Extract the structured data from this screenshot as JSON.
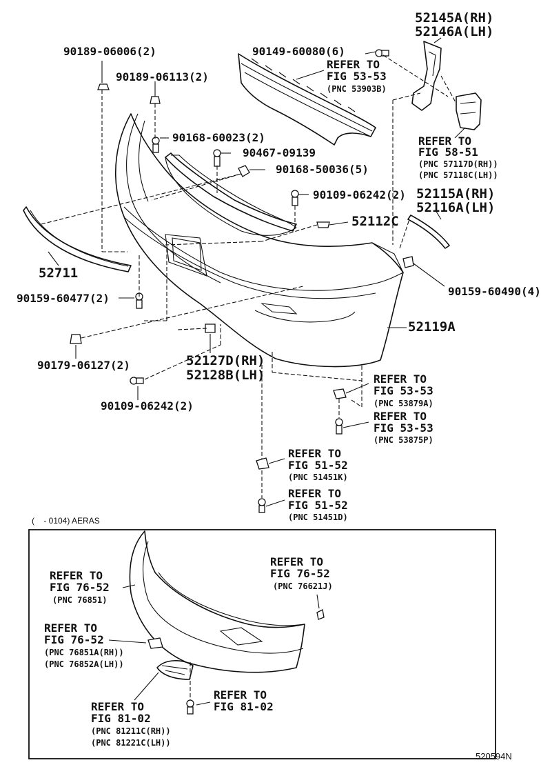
{
  "labels": {
    "p90189_06006": "90189-06006(2)",
    "p90189_06113": "90189-06113(2)",
    "p90149_60080": "90149-60080(6)",
    "p52145A": "52145A(RH)",
    "p52146A": "52146A(LH)",
    "p90168_60023": "90168-60023(2)",
    "p90467_09139": "90467-09139",
    "p90168_50036": "90168-50036(5)",
    "p90109_06242a": "90109-06242(2)",
    "p52115A": "52115A(RH)",
    "p52116A": "52116A(LH)",
    "p52112C": "52112C",
    "p52711": "52711",
    "p90159_60477": "90159-60477(2)",
    "p90159_60490": "90159-60490(4)",
    "p52119A": "52119A",
    "p90179_06127": "90179-06127(2)",
    "p52127D": "52127D(RH)",
    "p52128B": "52128B(LH)",
    "p90109_06242b": "90109-06242(2)",
    "diagram_code": "520594N"
  },
  "refs": [
    {
      "line1": "REFER TO",
      "line2": "FIG 53-53",
      "pnc": [
        "(PNC 53903B)"
      ]
    },
    {
      "line1": "REFER TO",
      "line2": "FIG 58-51",
      "pnc": [
        "(PNC 57117D(RH))",
        "(PNC 57118C(LH))"
      ]
    },
    {
      "line1": "REFER TO",
      "line2": "FIG 53-53",
      "pnc": [
        "(PNC 53879A)"
      ]
    },
    {
      "line1": "REFER TO",
      "line2": "FIG 53-53",
      "pnc": [
        "(PNC 53875P)"
      ]
    },
    {
      "line1": "REFER TO",
      "line2": "FIG 51-52",
      "pnc": [
        "(PNC 51451K)"
      ]
    },
    {
      "line1": "REFER TO",
      "line2": "FIG 51-52",
      "pnc": [
        "(PNC 51451D)"
      ]
    },
    {
      "line1": "REFER TO",
      "line2": "FIG 76-52",
      "pnc": [
        "(PNC 76851)"
      ]
    },
    {
      "line1": "REFER TO",
      "line2": "FIG 76-52",
      "pnc": [
        "(PNC 76621J)"
      ]
    },
    {
      "line1": "REFER TO",
      "line2": "FIG 76-52",
      "pnc": [
        "(PNC 76851A(RH))",
        "(PNC 76852A(LH))"
      ]
    },
    {
      "line1": "REFER TO",
      "line2": "FIG 81-02",
      "pnc": []
    },
    {
      "line1": "REFER TO",
      "line2": "FIG 81-02",
      "pnc": [
        "(PNC 81211C(RH))",
        "(PNC 81221C(LH))"
      ]
    }
  ],
  "inset": {
    "caption": "(    - 0104) AERAS"
  }
}
